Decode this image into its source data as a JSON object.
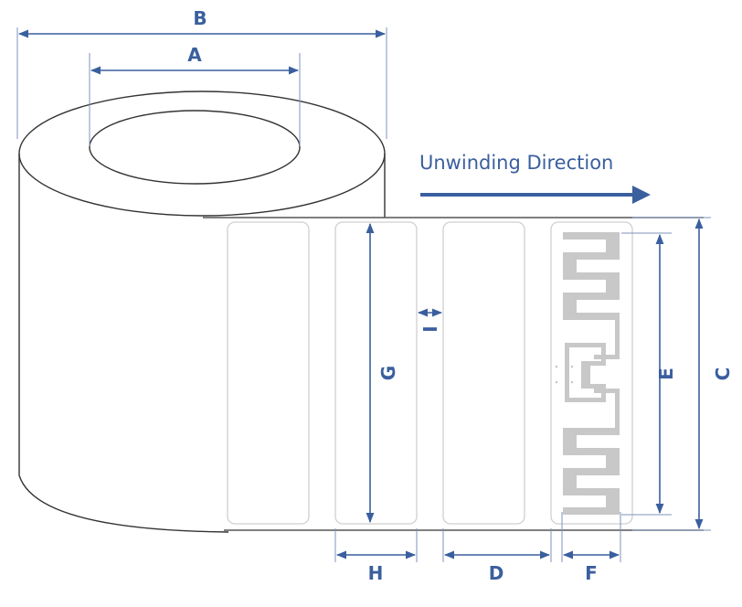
{
  "direction_label": "Unwinding Direction",
  "dimensions": {
    "A": "A",
    "B": "B",
    "C": "C",
    "D": "D",
    "E": "E",
    "F": "F",
    "G": "G",
    "H": "H",
    "I": "I"
  },
  "colors": {
    "accent": "#3a5f9e",
    "roll_outline": "#333333",
    "label_outline": "#cfcfcf",
    "antenna": "#c8c8c8"
  }
}
